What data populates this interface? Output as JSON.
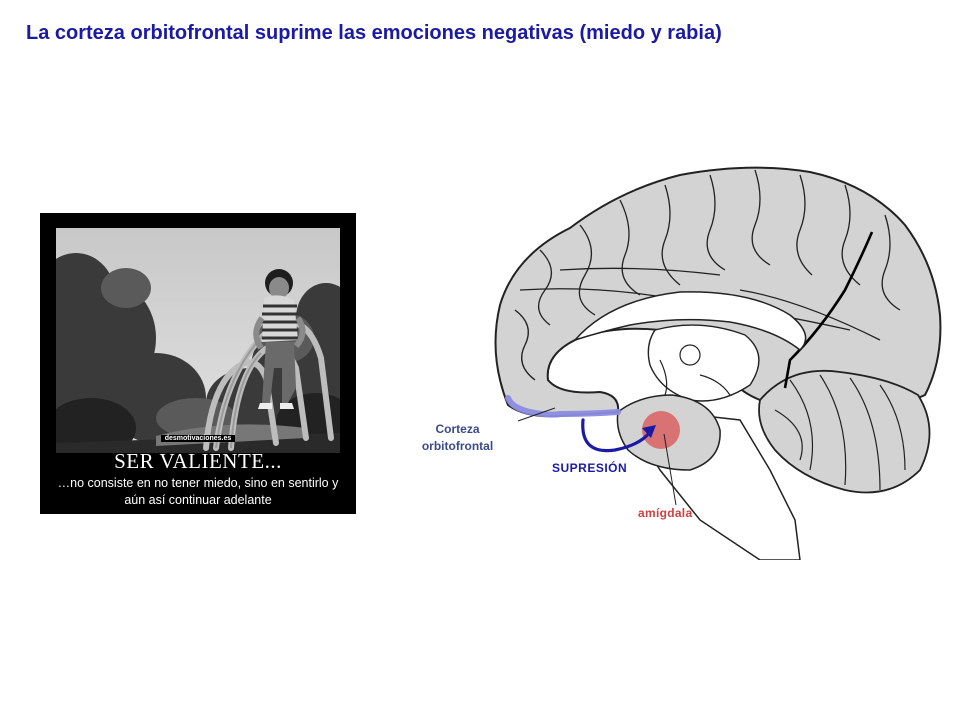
{
  "slide": {
    "title": "La corteza orbitofrontal suprime las emociones negativas (miedo y rabia)"
  },
  "poster": {
    "watermark": "desmotivaciones.es",
    "headline": "SER VALIENTE...",
    "caption": "…no consiste en no tener miedo, sino en sentirlo y aún así continuar adelante"
  },
  "diagram": {
    "labels": {
      "cortex": "Corteza\norbitofrontal",
      "suppression": "SUPRESIÓN",
      "amygdala": "amígdala"
    },
    "colors": {
      "title": "#1a1aa6",
      "orbitofrontal": "#8c8ce0",
      "amygdala": "#d96a6a",
      "arrow": "#1a1aa6",
      "brain_fill": "#d3d3d3"
    }
  }
}
